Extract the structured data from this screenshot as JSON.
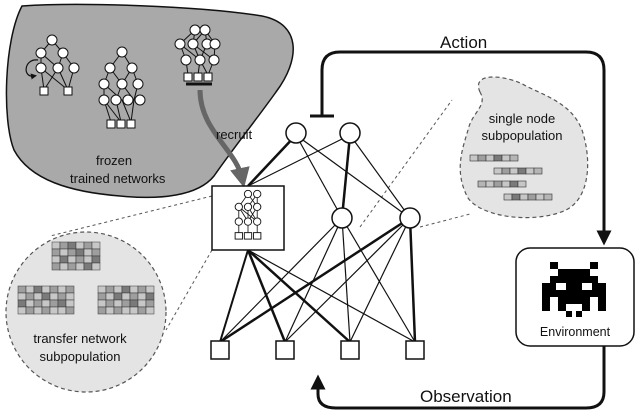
{
  "labels": {
    "action": "Action",
    "observation": "Observation",
    "recruit": "recruit",
    "frozen_line1": "frozen",
    "frozen_line2": "trained networks",
    "single_line1": "single node",
    "single_line2": "subpopulation",
    "transfer_line1": "transfer network",
    "transfer_line2": "subpopulation",
    "environment": "Environment"
  },
  "colors": {
    "frozen_region": "#a9a9a9",
    "subpop_region": "#e4e4e4",
    "arrow": "#666666",
    "stroke": "#111111"
  },
  "icons": [
    "space-invader-icon",
    "neural-network-icon"
  ]
}
